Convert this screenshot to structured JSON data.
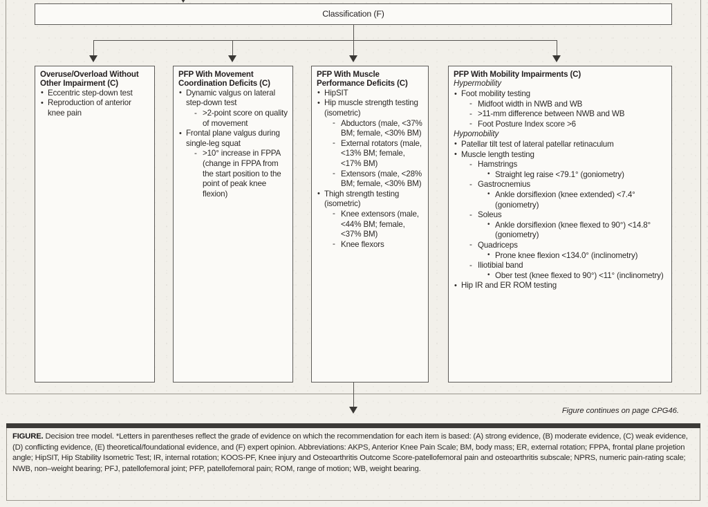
{
  "figure": {
    "classification_label": "Classification (F)",
    "continues_note": "Figure continues on page CPG46.",
    "caption_lead": "FIGURE.",
    "caption_body": " Decision tree model. *Letters in parentheses reflect the grade of evidence on which the recommendation for each item is based: (A) strong evidence, (B) moderate evidence, (C) weak evidence, (D) conflicting evidence, (E) theoretical/foundational evidence, and (F) expert opinion. Abbreviations: AKPS, Anterior Knee Pain Scale; BM, body mass; ER, external rotation; FPPA, frontal plane projetion angle; HipSIT, Hip Stability Isometric Test; IR, internal rotation; KOOS-PF, Knee injury and Osteoarthritis Outcome Score-patellofemoral pain and osteoarthritis subscale; NPRS, numeric pain-rating scale; NWB, non–weight bearing; PFJ, patellofemoral joint; PFP, patellofemoral pain; ROM, range of motion; WB, weight bearing."
  },
  "colors": {
    "page_background": "#f2f0ea",
    "node_background": "#fbfaf7",
    "node_border": "#5c5a57",
    "connector": "#55534f",
    "caption_bar": "#3c3a37",
    "text": "#2b2826"
  },
  "boxes": {
    "overuse": {
      "title": "Overuse/Overload Without Other Impairment (C)",
      "items": [
        {
          "text": "Eccentric step-down test"
        },
        {
          "text": "Reproduction of anterior knee pain"
        }
      ]
    },
    "movement": {
      "title": "PFP With Movement Coordination Deficits (C)",
      "items": [
        {
          "text": "Dynamic valgus on lateral step-down test",
          "sub": [
            "&gt;2-point score on quality of movement"
          ]
        },
        {
          "text": "Frontal plane valgus during single-leg squat",
          "sub": [
            "&gt;10° increase in FPPA (change in FPPA from the start position to the point of peak knee flexion)"
          ]
        }
      ]
    },
    "muscle": {
      "title": "PFP With Muscle Performance Deficits (C)",
      "items": [
        {
          "text": "HipSIT",
          "sub": []
        },
        {
          "text": "Hip muscle strength testing (isometric)",
          "sub": [
            "Abductors (male, &lt;37% BM; female, &lt;30% BM)",
            "External rotators (male, &lt;13% BM; female, &lt;17% BM)",
            "Extensors (male, &lt;28% BM; female, &lt;30% BM)"
          ]
        },
        {
          "text": "Thigh strength testing (isometric)",
          "sub": [
            "Knee extensors (male, &lt;44% BM; female, &lt;37% BM)",
            "Knee flexors"
          ]
        }
      ]
    },
    "mobility": {
      "title": "PFP With Mobility Impairments (C)",
      "hyper_label": "Hypermobility",
      "hyper_items": [
        {
          "text": "Foot mobility testing",
          "sub": [
            "Midfoot width in NWB and WB",
            "&gt;11-mm difference between NWB and WB",
            "Foot Posture Index score &gt;6"
          ]
        }
      ],
      "hypo_label": "Hypomobility",
      "hypo_items": [
        {
          "text": "Patellar tilt test of lateral patellar retinaculum",
          "sub": []
        },
        {
          "text": "Muscle length testing",
          "sub": [
            {
              "text": "Hamstrings",
              "sub3": [
                "Straight leg raise &lt;79.1° (goniometry)"
              ]
            },
            {
              "text": "Gastrocnemius",
              "sub3": [
                "Ankle dorsiflexion (knee extended) &lt;7.4° (goniometry)"
              ]
            },
            {
              "text": "Soleus",
              "sub3": [
                "Ankle dorsiflexion (knee flexed to 90°) &lt;14.8° (goniometry)"
              ]
            },
            {
              "text": "Quadriceps",
              "sub3": [
                "Prone knee flexion &lt;134.0° (inclinometry)"
              ]
            },
            {
              "text": "Iliotibial band",
              "sub3": [
                "Ober test (knee flexed to 90°) &lt;11° (inclinometry)"
              ]
            }
          ]
        },
        {
          "text": "Hip IR and ER ROM testing",
          "sub": []
        }
      ]
    }
  }
}
